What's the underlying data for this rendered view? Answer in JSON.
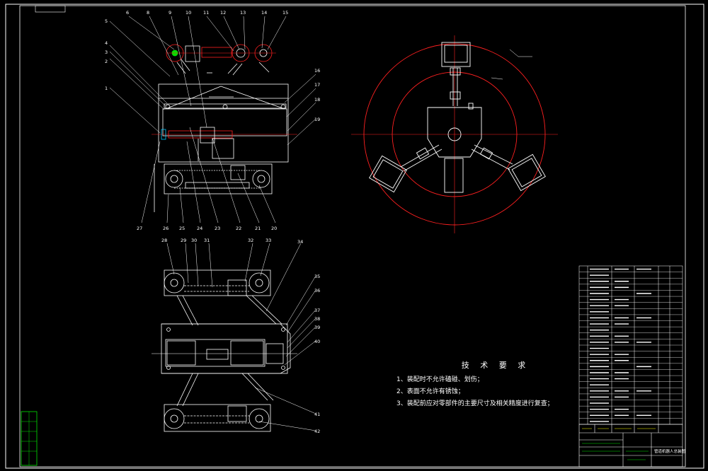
{
  "drawing": {
    "accent_red": "#ff2020",
    "accent_cyan": "#00c8ff",
    "accent_green": "#00e000",
    "accent_yellow": "#ffff00",
    "line_white": "#ffffff"
  },
  "callouts_top": [
    "6",
    "8",
    "9",
    "10",
    "11",
    "12",
    "13",
    "14",
    "15"
  ],
  "callouts_left": [
    "1",
    "2",
    "3",
    "4",
    "5"
  ],
  "callouts_right": [
    "16",
    "17",
    "18",
    "19"
  ],
  "callouts_bottom": [
    "27",
    "26",
    "25",
    "24",
    "23",
    "22",
    "21",
    "20"
  ],
  "callouts_mid_top": [
    "28",
    "29",
    "30",
    "31",
    "32",
    "33",
    "34"
  ],
  "callouts_mid_right": [
    "35",
    "36",
    "37",
    "38",
    "39",
    "40"
  ],
  "callouts_low_right": [
    "41",
    "42"
  ],
  "tech_requirements": {
    "title": "技 术 要 求",
    "items": [
      "1、装配时不允许磕碰、划伤；",
      "2、表面不允许有锈蚀；",
      "3、装配前应对零部件的主要尺寸及相关精度进行复查；"
    ]
  },
  "title_block": {
    "drawing_name": "管道机器人总装图"
  }
}
